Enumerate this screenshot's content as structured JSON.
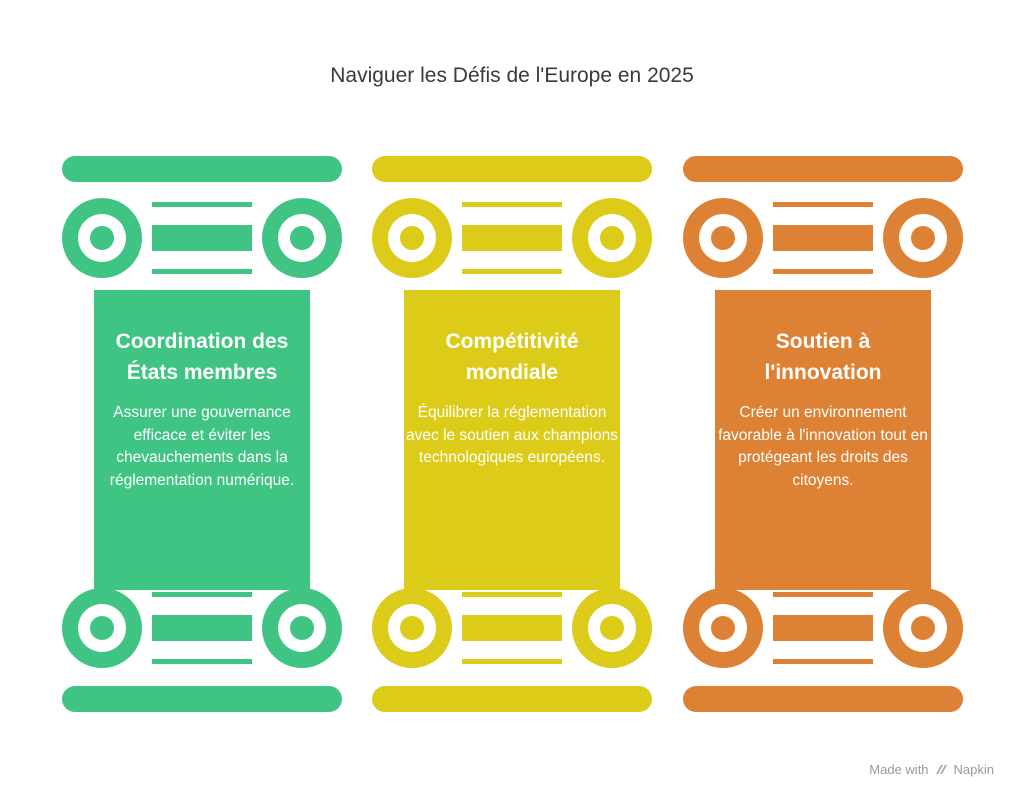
{
  "title": "Naviguer les Défis de l'Europe en 2025",
  "pillars": [
    {
      "heading": "Coordination des États membres",
      "description": "Assurer une gouvernance efficace et éviter les chevauchements dans la réglementation numérique.",
      "color": "#40c484"
    },
    {
      "heading": "Compétitivité mondiale",
      "description": "Équilibrer la réglementation avec le soutien aux champions technologiques européens.",
      "color": "#dccb19"
    },
    {
      "heading": "Soutien à l'innovation",
      "description": "Créer un environnement favorable à l'innovation tout en protégeant les droits des citoyens.",
      "color": "#dd8134"
    }
  ],
  "footer": {
    "made_with": "Made with",
    "brand": "Napkin"
  }
}
